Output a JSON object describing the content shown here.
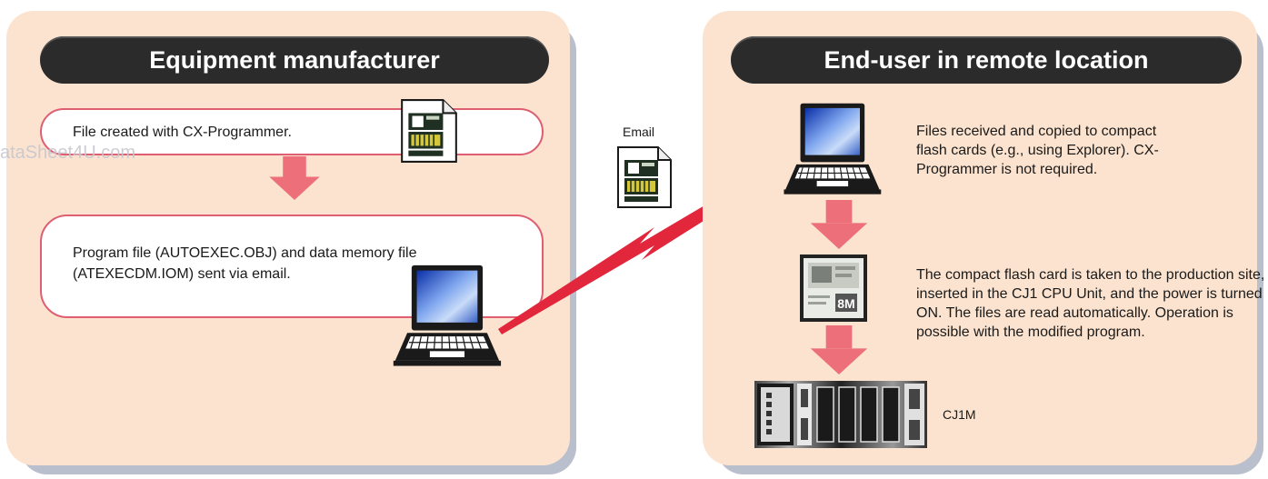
{
  "left_panel": {
    "title": "Equipment manufacturer",
    "step1_text": "File created with CX-Programmer.",
    "step2_text": "Program file (AUTOEXEC.OBJ) and data memory file (ATEXECDM.IOM) sent via email."
  },
  "middle": {
    "email_label": "Email"
  },
  "right_panel": {
    "title": "End-user in remote location",
    "step1_text": "Files received and copied to compact flash cards (e.g., using Explorer). CX-Programmer is not required.",
    "step2_text": "The compact flash card is taken to the production site, inserted in the CJ1 CPU Unit, and the power is turned ON. The files are read automatically. Operation is possible with the modified program.",
    "plc_label": "CJ1M"
  },
  "watermark": "ataSheet4U.com",
  "colors": {
    "panel_bg": "#fbe3cf",
    "panel_shadow": "#b9bfcc",
    "arrow": "#ec6f7a",
    "border": "#df5e72",
    "pill": "#2b2b2b"
  },
  "icons": [
    "file-icon",
    "laptop-icon",
    "compact-flash-card-icon",
    "plc-icon",
    "lightning-arrow-icon",
    "down-arrow-icon"
  ]
}
